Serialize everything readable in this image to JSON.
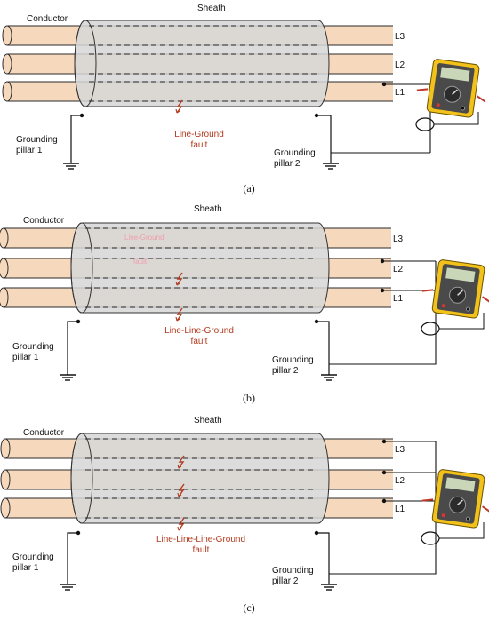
{
  "panels": [
    {
      "caption": "(a)",
      "sheath_label": "Sheath",
      "conductor_label": "Conductor",
      "lines": [
        "L3",
        "L2",
        "L1"
      ],
      "ground1": [
        "Grounding",
        "pillar 1"
      ],
      "ground2": [
        "Grounding",
        "pillar 2"
      ],
      "fault_text": [
        "Line-Ground",
        "fault"
      ],
      "ghost_text": []
    },
    {
      "caption": "(b)",
      "sheath_label": "Sheath",
      "conductor_label": "Conductor",
      "lines": [
        "L3",
        "L2",
        "L1"
      ],
      "ground1": [
        "Grounding",
        "pillar 1"
      ],
      "ground2": [
        "Grounding",
        "pillar 2"
      ],
      "fault_text": [
        "Line-Line-Ground",
        "fault"
      ],
      "ghost_text": [
        "Line-Ground",
        "fault"
      ]
    },
    {
      "caption": "(c)",
      "sheath_label": "Sheath",
      "conductor_label": "Conductor",
      "lines": [
        "L3",
        "L2",
        "L1"
      ],
      "ground1": [
        "Grounding",
        "pillar 1"
      ],
      "ground2": [
        "Grounding",
        "pillar 2"
      ],
      "fault_text": [
        "Line-Line-Line-Ground",
        "fault"
      ],
      "ghost_text": []
    }
  ],
  "colors": {
    "conductor": "#f6d9bd",
    "conductor_stroke": "#2a2a2a",
    "sheath": "#d6d6d6",
    "fault": "#b23a1e",
    "meter_body": "#f2c21a",
    "meter_face": "#4a4a4a"
  }
}
